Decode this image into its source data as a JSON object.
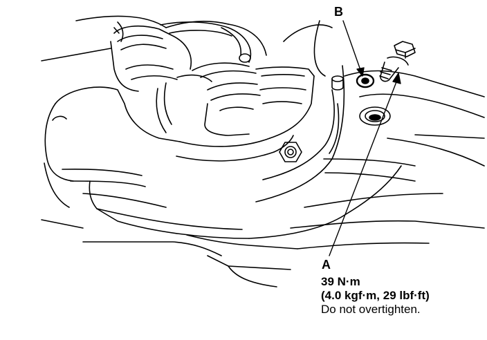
{
  "callouts": {
    "a": {
      "letter": "A"
    },
    "b": {
      "letter": "B"
    }
  },
  "spec": {
    "torque": "39 N·m",
    "conversion": "(4.0 kgf·m, 29 lbf·ft)",
    "note": "Do not overtighten."
  },
  "colors": {
    "ink": "#000000",
    "paper": "#ffffff"
  }
}
